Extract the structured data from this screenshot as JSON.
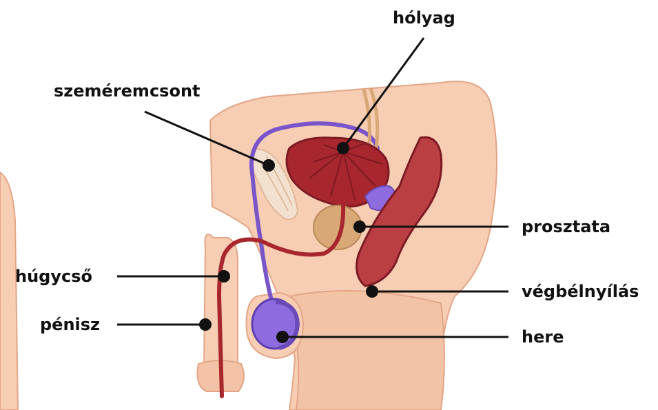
{
  "labels": {
    "bladder": "hólyag",
    "pubic_bone": "szeméremcsont",
    "prostate": "prosztata",
    "urethra": "húgycső",
    "anus": "végbélnyílás",
    "penis": "pénisz",
    "testicle": "here"
  },
  "colors": {
    "skin": "#f7cdb3",
    "skin_shadow": "#ecb59a",
    "outline": "#e4a587",
    "organ_red": "#a8262e",
    "organ_dark": "#7d1a22",
    "vas_purple": "#7a55c9",
    "testis_purple": "#8e6ce0",
    "prostate_tan": "#d9a877",
    "bone": "#f3e1d0",
    "leader": "#111111"
  }
}
